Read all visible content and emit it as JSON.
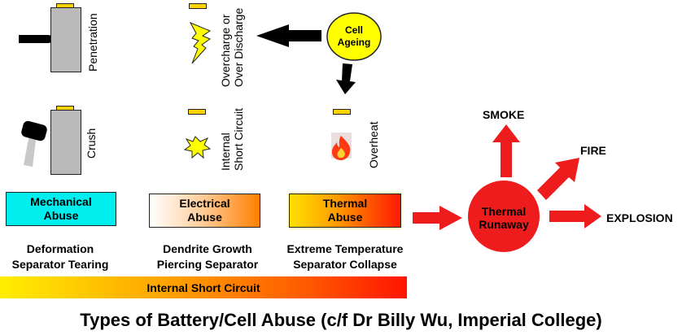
{
  "title": "Types of Battery/Cell Abuse (c/f Dr Billy Wu, Imperial College)",
  "cells": [
    {
      "id": "penetration",
      "label": [
        "Penetration"
      ],
      "icon": "nail-icon"
    },
    {
      "id": "overcharge",
      "label": [
        "Overcharge or",
        "Over Discharge"
      ],
      "icon": "lightning-icon"
    },
    {
      "id": "crush",
      "label": [
        "Crush"
      ],
      "icon": "hammer-icon"
    },
    {
      "id": "internal-short",
      "label": [
        "Internal",
        "Short Circuit"
      ],
      "icon": "spark-icon"
    },
    {
      "id": "overheat",
      "label": [
        "Overheat"
      ],
      "icon": "flame-icon"
    }
  ],
  "ageing": {
    "line1": "Cell",
    "line2": "Ageing"
  },
  "abuse_boxes": [
    {
      "line1": "Mechanical",
      "line2": "Abuse",
      "desc1": "Deformation",
      "desc2": "Separator Tearing",
      "color": "#00eeee"
    },
    {
      "line1": "Electrical",
      "line2": "Abuse",
      "desc1": "Dendrite Growth",
      "desc2": "Piercing Separator",
      "color": "#ff8000"
    },
    {
      "line1": "Thermal",
      "line2": "Abuse",
      "desc1": "Extreme Temperature",
      "desc2": "Separator Collapse",
      "color": "#ff1a00"
    }
  ],
  "internal_short_bar": "Internal Short Circuit",
  "runaway": {
    "line1": "Thermal",
    "line2": "Runaway",
    "color": "#ee1c1c"
  },
  "outcomes": {
    "smoke": "SMOKE",
    "fire": "FIRE",
    "explosion": "EXPLOSION"
  }
}
